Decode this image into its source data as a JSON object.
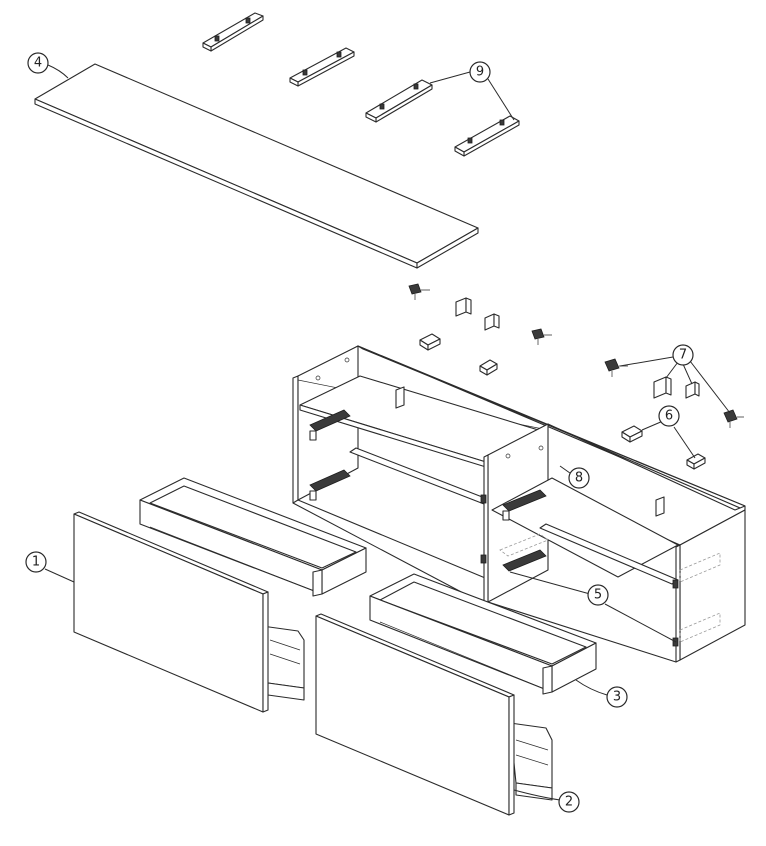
{
  "callouts": [
    {
      "id": "1",
      "label": "1"
    },
    {
      "id": "2",
      "label": "2"
    },
    {
      "id": "3",
      "label": "3"
    },
    {
      "id": "4",
      "label": "4"
    },
    {
      "id": "5",
      "label": "5"
    },
    {
      "id": "6",
      "label": "6"
    },
    {
      "id": "7",
      "label": "7"
    },
    {
      "id": "8",
      "label": "8"
    },
    {
      "id": "9",
      "label": "9"
    }
  ],
  "colors": {
    "line": "#2b2b2b",
    "background": "#ffffff",
    "hidden_line": "#9a9a9a"
  }
}
